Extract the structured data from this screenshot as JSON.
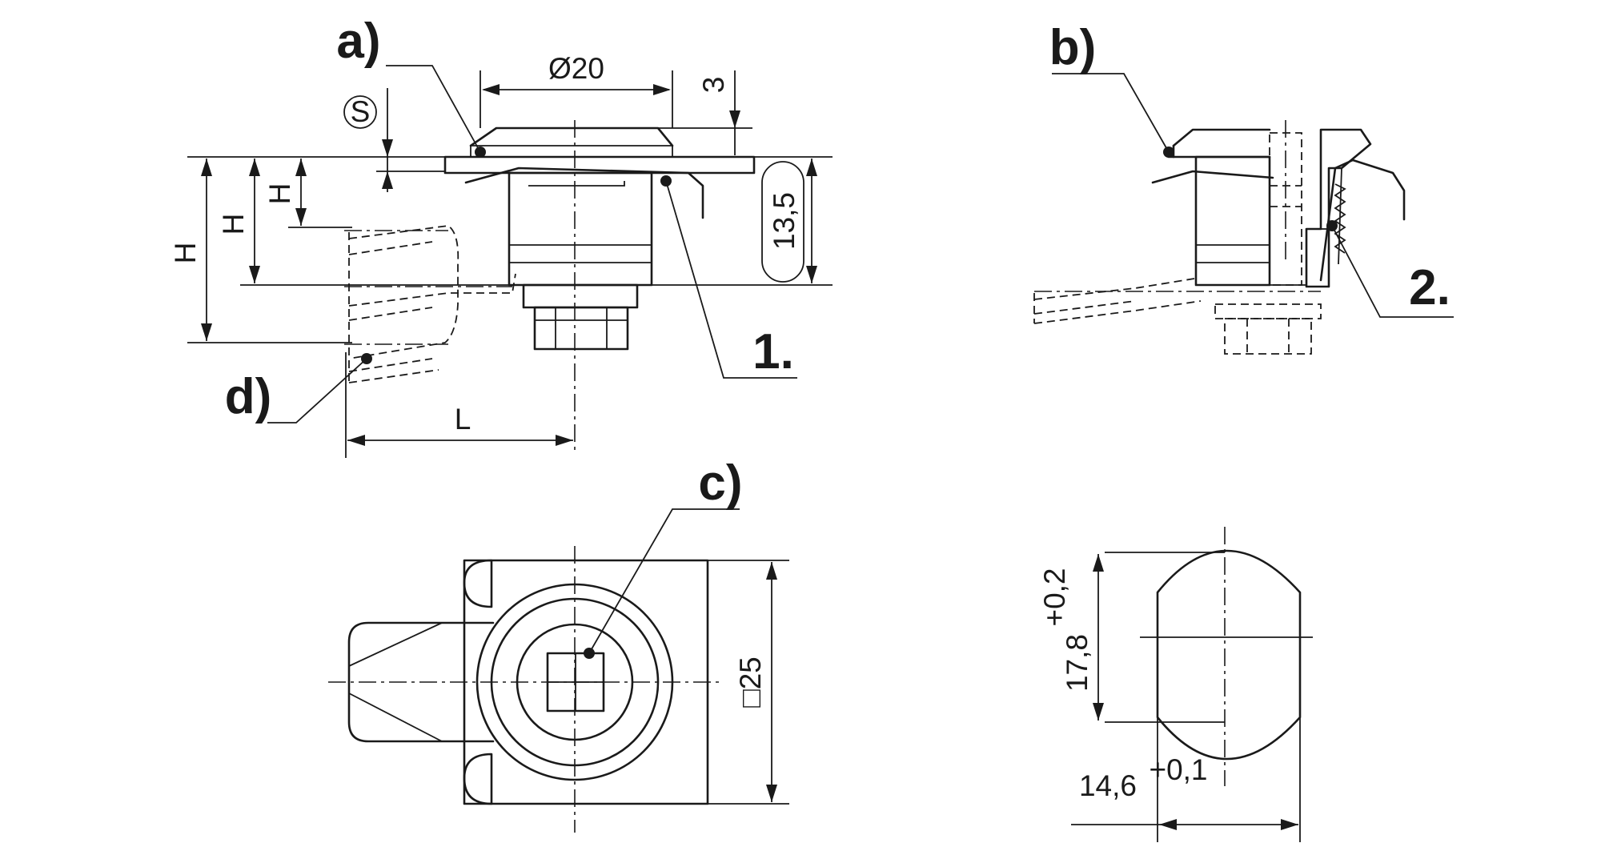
{
  "callouts": {
    "a": "a)",
    "b": "b)",
    "c": "c)",
    "d": "d)",
    "one": "1.",
    "two": "2."
  },
  "dimensions": {
    "diameter": "Ø20",
    "top_offset": "3",
    "s_symbol": "S",
    "height_h": "H",
    "height_13_5": "13,5",
    "length_l": "L",
    "square_25": "□25",
    "cutout_height": "17,8",
    "cutout_height_tol": "+0,2",
    "cutout_width": "14,6",
    "cutout_width_tol": "+0,1"
  }
}
